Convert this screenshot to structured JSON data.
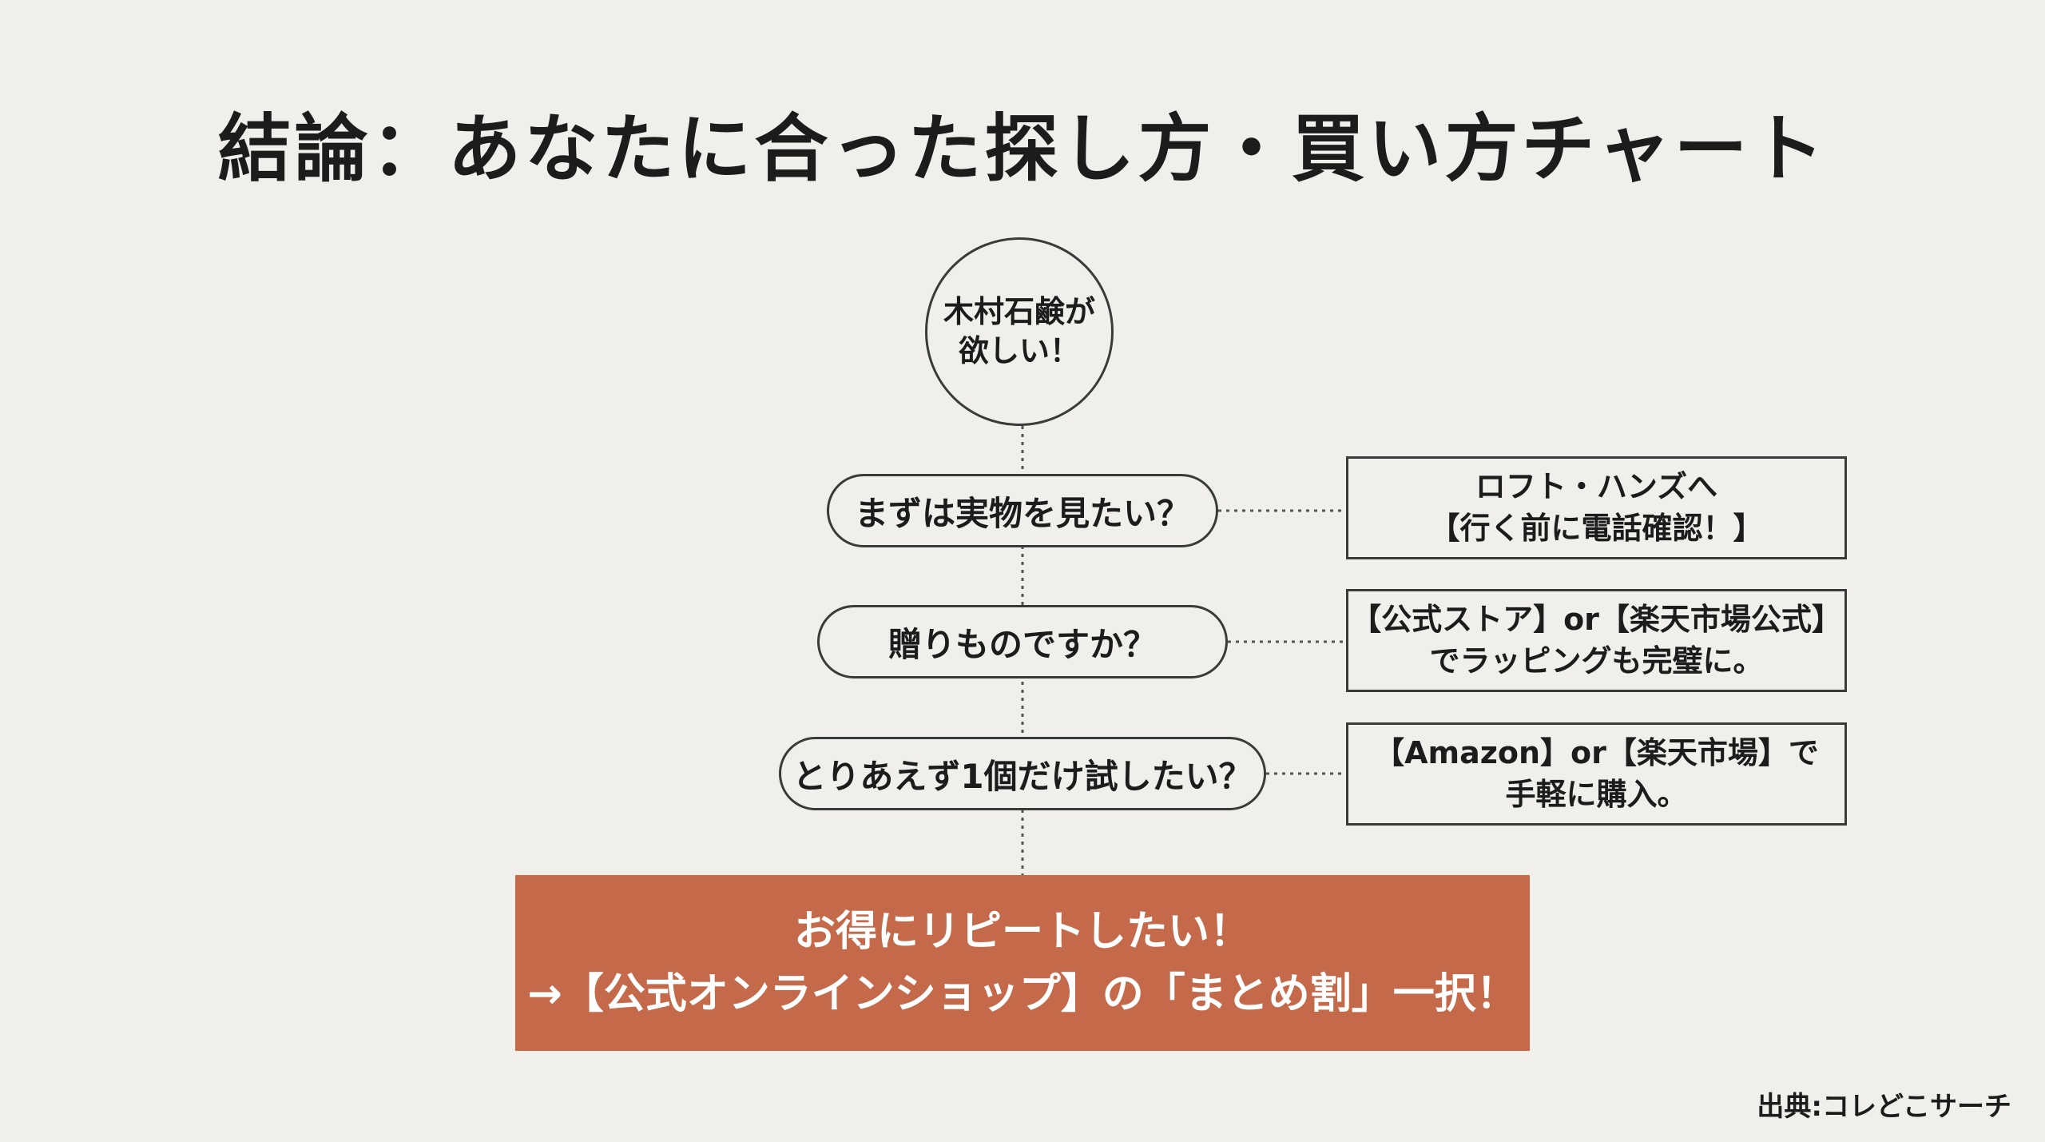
{
  "title": "結論：あなたに合った探し方・買い方チャート",
  "start": {
    "line1": "木村石鹸が",
    "line2": "欲しい！"
  },
  "branches": [
    {
      "question": "まずは実物を見たい？",
      "answer_line1": "ロフト・ハンズへ",
      "answer_line2": "【行く前に電話確認！】"
    },
    {
      "question": "贈りものですか？",
      "answer_line1": "【公式ストア】or【楽天市場公式】",
      "answer_line2": "でラッピングも完璧に。"
    },
    {
      "question": "とりあえず1個だけ試したい？",
      "answer_line1": "【Amazon】or【楽天市場】で",
      "answer_line2": "手軽に購入。"
    }
  ],
  "final": {
    "line1": "お得にリピートしたい！",
    "line2": "→【公式オンラインショップ】の「まとめ割」一択！"
  },
  "source": "出典:コレどこサーチ",
  "colors": {
    "background": "#f0efeb",
    "final_box": "#c4694a",
    "border": "#3a3a3a",
    "connector": "#555555"
  }
}
